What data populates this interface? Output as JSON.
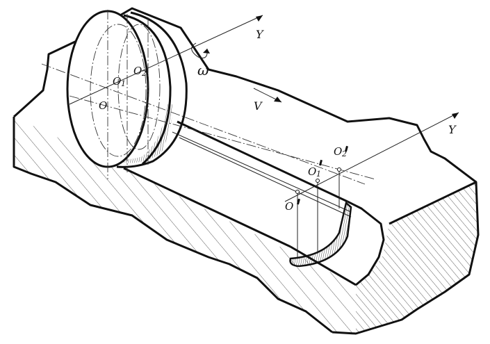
{
  "diagram": {
    "labels": {
      "o_center": "O",
      "o1_top": "O",
      "o1_top_sub": "1",
      "o2_top": "O",
      "o2_top_sub": "2",
      "y_top": "Y",
      "omega": "ω",
      "v": "V",
      "y_right": "Y",
      "o_bottom": "O",
      "o1_bottom": "O",
      "o1_bottom_sub": "1",
      "o2_bottom": "O",
      "o2_bottom_sub": "2"
    },
    "colors": {
      "stroke": "#111111",
      "background": "#ffffff"
    }
  }
}
